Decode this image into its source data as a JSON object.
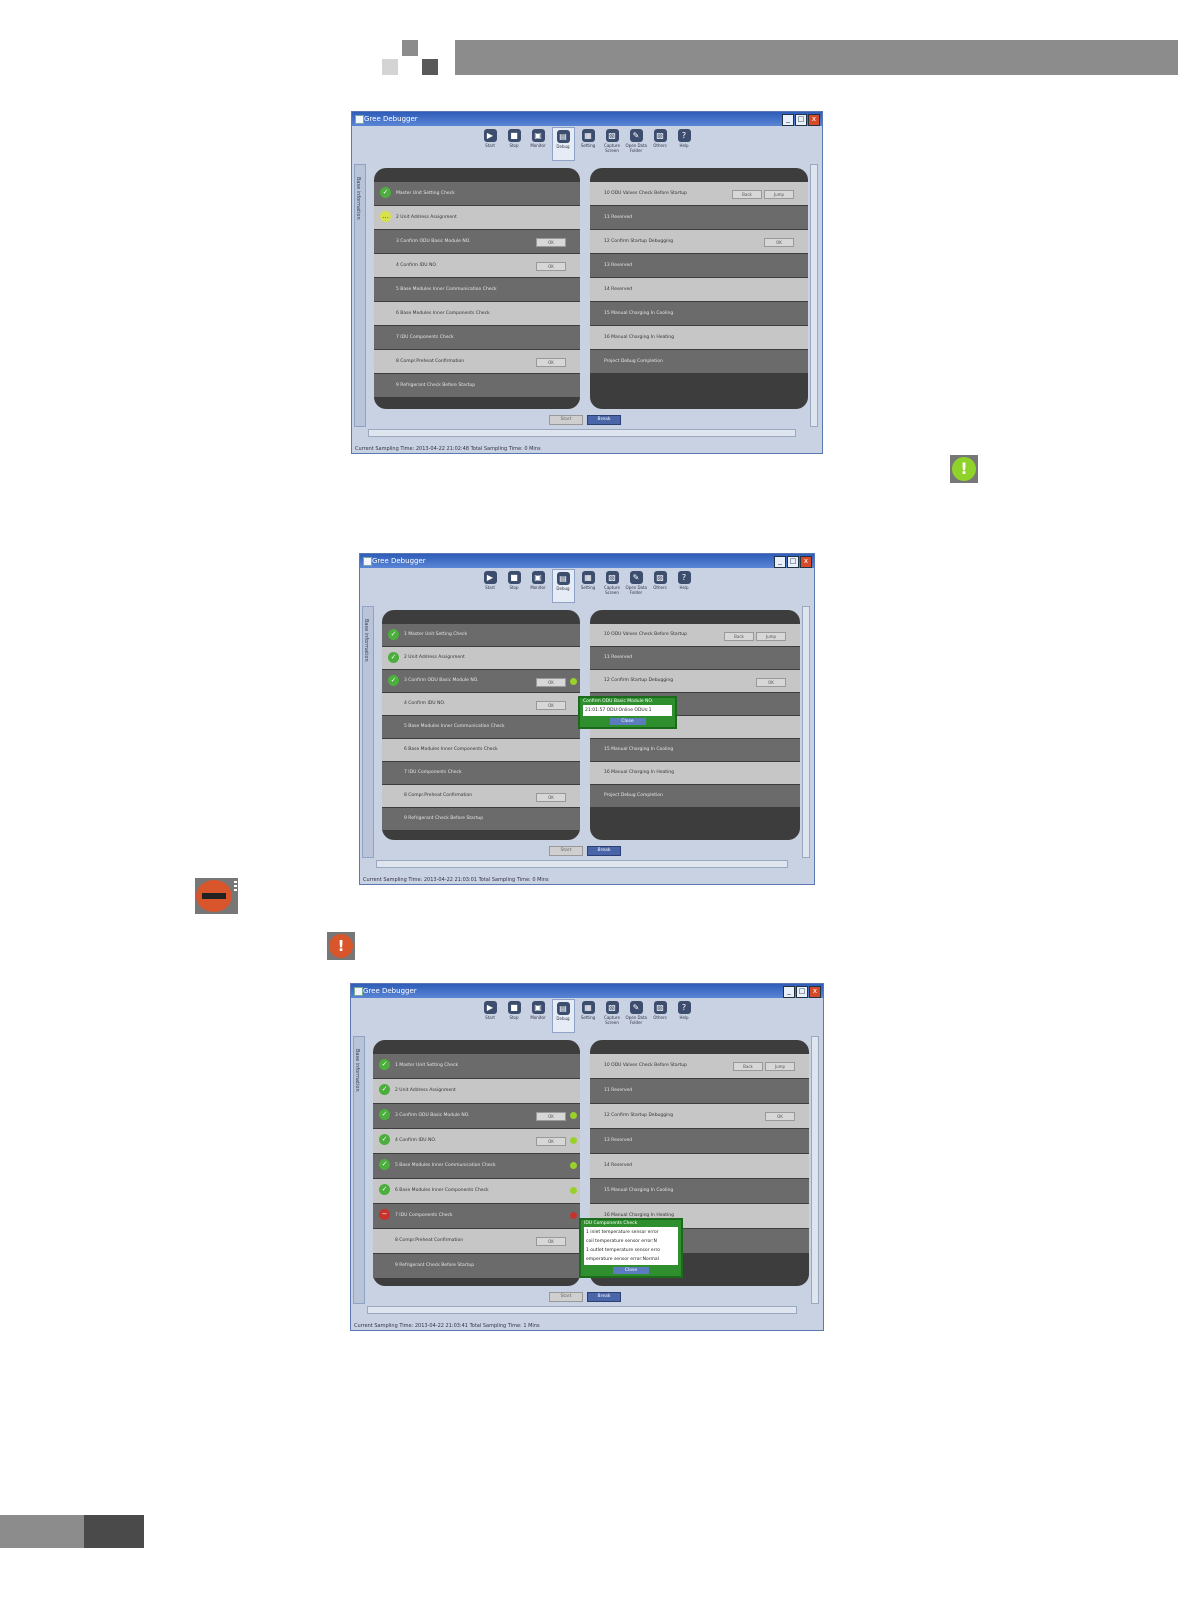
{
  "windows": [
    {
      "title": "Gree Debugger",
      "toolbar": [
        "Start",
        "Stop",
        "Monitor",
        "Debug",
        "Setting",
        "Capture\nScreen",
        "Open Data\nFolder",
        "Others",
        "Help"
      ],
      "sidebar_label": "Base information",
      "left_rows": [
        {
          "label": "Master Unit Setting Check",
          "state": "ok"
        },
        {
          "label": "2 Unit Address Assignment",
          "state": "pending"
        },
        {
          "label": "3 Confirm ODU Basic Module NO.",
          "button": "OK"
        },
        {
          "label": "4 Confirm IDU NO.",
          "button": "OK"
        },
        {
          "label": "5 Base Modules Inner Communication Check"
        },
        {
          "label": "6 Base Modules Inner Components Check"
        },
        {
          "label": "7 IDU Components Check"
        },
        {
          "label": "8 Compr.Preheat Confirmation",
          "button": "OK"
        },
        {
          "label": "9 Refrigerant Check Before Startup"
        }
      ],
      "right_rows": [
        {
          "label": "10 ODU Valves Check Before Startup",
          "buttons": [
            "Back",
            "Jump"
          ]
        },
        {
          "label": "11  Reserved"
        },
        {
          "label": "12 Confirm Startup Debugging",
          "button": "OK"
        },
        {
          "label": "13 Reserved"
        },
        {
          "label": "14 Reserved"
        },
        {
          "label": "15 Manual Charging In Cooling"
        },
        {
          "label": "16 Manual Charging In Heating"
        },
        {
          "label": "Project Debug Completion"
        }
      ],
      "bottom_buttons": [
        "Start",
        "Break"
      ],
      "status": "Current Sampling Time: 2013-04-22 21:02:48  Total Sampling Time: 0 Mins"
    },
    {
      "title": "Gree Debugger",
      "toolbar": [
        "Start",
        "Stop",
        "Monitor",
        "Debug",
        "Setting",
        "Capture\nScreen",
        "Open Data\nFolder",
        "Others",
        "Help"
      ],
      "sidebar_label": "Base information",
      "left_rows": [
        {
          "label": "1 Master Unit Setting Check",
          "state": "ok"
        },
        {
          "label": "2 Unit Address Assignment",
          "state": "ok"
        },
        {
          "label": "3 Confirm ODU Basic Module NO.",
          "state": "ok",
          "button": "OK",
          "dot": "g"
        },
        {
          "label": "4 Confirm IDU NO.",
          "button": "OK"
        },
        {
          "label": "5 Base Modules Inner Communication Check"
        },
        {
          "label": "6 Base Modules Inner Components Check"
        },
        {
          "label": "7 IDU Components Check"
        },
        {
          "label": "8 Compr.Preheat Confirmation",
          "button": "OK"
        },
        {
          "label": "9 Refrigerant Check Before Startup"
        }
      ],
      "right_rows": [
        {
          "label": "10 ODU Valves Check Before Startup",
          "buttons": [
            "Back",
            "Jump"
          ]
        },
        {
          "label": "11  Reserved"
        },
        {
          "label": "12 Confirm Startup Debugging",
          "button": "OK"
        },
        {
          "label": "13 Reserved"
        },
        {
          "label": "14 Reserved"
        },
        {
          "label": "15 Manual Charging In Cooling"
        },
        {
          "label": "16 Manual Charging In Heating"
        },
        {
          "label": "Project Debug Completion"
        }
      ],
      "popup": {
        "title": "Confirm ODU Basic Module NO.",
        "lines": [
          "21:01:57 ODU:Online ODUs:1"
        ],
        "button": "Close"
      },
      "bottom_buttons": [
        "Start",
        "Break"
      ],
      "status": "Current Sampling Time: 2013-04-22 21:03:01  Total Sampling Time: 0 Mins"
    },
    {
      "title": "Gree Debugger",
      "toolbar": [
        "Start",
        "Stop",
        "Monitor",
        "Debug",
        "Setting",
        "Capture\nScreen",
        "Open Data\nFolder",
        "Others",
        "Help"
      ],
      "sidebar_label": "Base information",
      "left_rows": [
        {
          "label": "1 Master Unit Setting Check",
          "state": "ok"
        },
        {
          "label": "2 Unit Address Assignment",
          "state": "ok"
        },
        {
          "label": "3 Confirm ODU Basic Module NO.",
          "state": "ok",
          "button": "OK",
          "dot": "g"
        },
        {
          "label": "4 Confirm IDU NO.",
          "state": "ok",
          "button": "OK",
          "dot": "g"
        },
        {
          "label": "5 Base Modules Inner Communication Check",
          "state": "ok",
          "dot": "g"
        },
        {
          "label": "6 Base Modules Inner Components Check",
          "state": "ok",
          "dot": "g"
        },
        {
          "label": "7 IDU Components Check",
          "state": "err",
          "dot": "r"
        },
        {
          "label": "8 Compr.Preheat Confirmation",
          "button": "OK"
        },
        {
          "label": "9 Refrigerant Check Before Startup"
        }
      ],
      "right_rows": [
        {
          "label": "10 ODU Valves Check Before Startup",
          "buttons": [
            "Back",
            "Jump"
          ]
        },
        {
          "label": "11  Reserved"
        },
        {
          "label": "12 Confirm Startup Debugging",
          "button": "OK"
        },
        {
          "label": "13 Reserved"
        },
        {
          "label": "14 Reserved"
        },
        {
          "label": "15 Manual Charging In Cooling"
        },
        {
          "label": "16 Manual Charging In Heating"
        },
        {
          "label": ""
        }
      ],
      "popup": {
        "title": "IDU Components Check",
        "lines": [
          "1 inlet temperature sensor error",
          "coil temperature sensor error:N",
          "1 outlet temperature sensor erro",
          "emperature sensor error:Normal"
        ],
        "button": "Close"
      },
      "bottom_buttons": [
        "Start",
        "Break"
      ],
      "status": "Current Sampling Time: 2013-04-22 21:03:41  Total Sampling Time: 1 Mins"
    }
  ],
  "colors": {
    "ok": "#4cae3c",
    "pending": "#d9e14a",
    "error": "#c7322c",
    "panel": "#3d3d3d",
    "title": "#2e5db8"
  },
  "icons": [
    "pass-indicator-icon",
    "stop-error-icon",
    "warning-icon"
  ]
}
